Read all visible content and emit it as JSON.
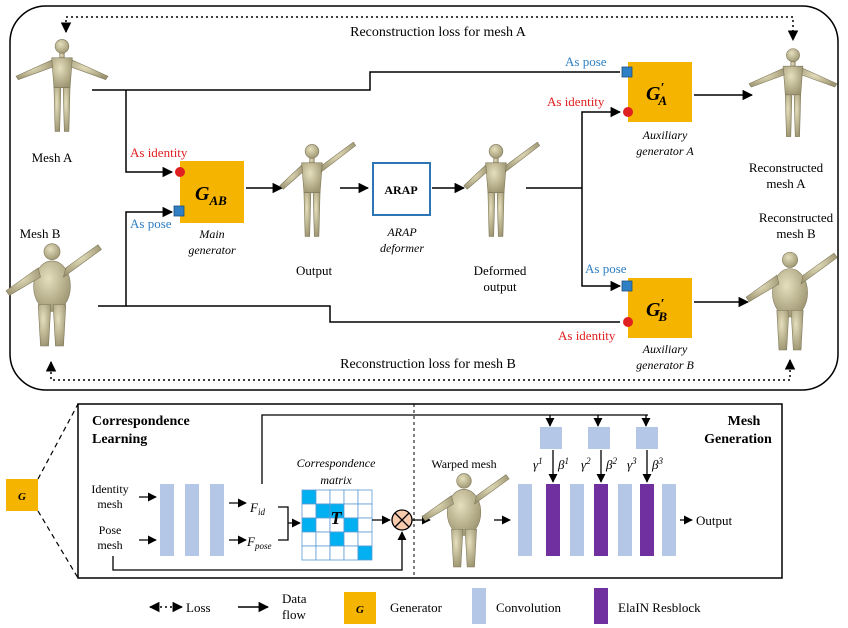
{
  "top": {
    "loss_a": "Reconstruction loss for mesh A",
    "loss_b": "Reconstruction loss for mesh B",
    "mesh_a": "Mesh A",
    "mesh_b": "Mesh B",
    "as_identity": "As identity",
    "as_pose": "As pose",
    "main_gen": {
      "sym": "G",
      "sub": "AB",
      "cap1": "Main",
      "cap2": "generator"
    },
    "output": "Output",
    "arap": {
      "box": "ARAP",
      "cap1": "ARAP",
      "cap2": "deformer"
    },
    "deformed": {
      "l1": "Deformed",
      "l2": "output"
    },
    "aux_a": {
      "sym": "G",
      "prime": "′",
      "sub": "A",
      "cap1": "Auxiliary",
      "cap2": "generator A"
    },
    "aux_b": {
      "sym": "G",
      "prime": "′",
      "sub": "B",
      "cap1": "Auxiliary",
      "cap2": "generator B"
    },
    "recon_a": {
      "l1": "Reconstructed",
      "l2": "mesh A"
    },
    "recon_b": {
      "l1": "Reconstructed",
      "l2": "mesh B"
    }
  },
  "bottom": {
    "g_label": "G",
    "corr_title": {
      "l1": "Correspondence",
      "l2": "Learning"
    },
    "identity_mesh": {
      "l1": "Identity",
      "l2": "mesh"
    },
    "pose_mesh": {
      "l1": "Pose",
      "l2": "mesh"
    },
    "f_id": {
      "base": "F",
      "sub": "id"
    },
    "f_pose": {
      "base": "F",
      "sub": "pose"
    },
    "corr_matrix": {
      "l1": "Correspondence",
      "l2": "matrix",
      "sym": "T"
    },
    "warped": "Warped mesh",
    "mesh_gen_title": {
      "l1": "Mesh",
      "l2": "Generation"
    },
    "gammas": [
      {
        "g": "γ",
        "gs": "1",
        "b": "β",
        "bs": "1"
      },
      {
        "g": "γ",
        "gs": "2",
        "b": "β",
        "bs": "2"
      },
      {
        "g": "γ",
        "gs": "3",
        "b": "β",
        "bs": "3"
      }
    ],
    "output": "Output"
  },
  "legend": {
    "loss": "Loss",
    "flow": {
      "l1": "Data",
      "l2": "flow"
    },
    "generator": "Generator",
    "gen_sym": "G",
    "convolution": "Convolution",
    "elain": "ElaIN Resblock"
  },
  "colors": {
    "generator": "#f5b400",
    "identity": "#e02020",
    "pose": "#2f7fc4",
    "arap": "#2e75b6",
    "conv": "#b4c7e7",
    "elain": "#7030a0",
    "matrix": "#00b0f0",
    "mesh_skin": "#c9c29a"
  },
  "matrix_filled": [
    [
      0,
      0
    ],
    [
      1,
      1
    ],
    [
      1,
      2
    ],
    [
      2,
      3
    ],
    [
      3,
      2
    ],
    [
      4,
      4
    ],
    [
      2,
      0
    ]
  ]
}
